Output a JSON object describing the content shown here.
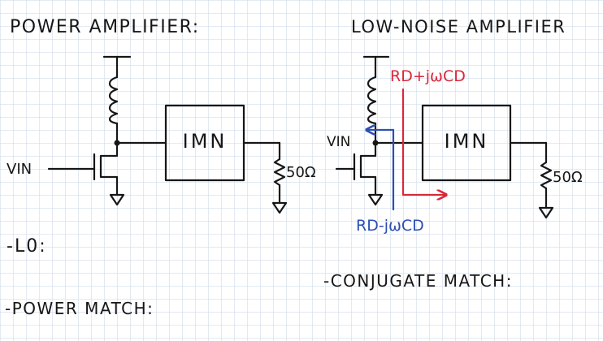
{
  "headings": {
    "pa": "POWER AMPLIFIER:",
    "lna": "LOW-NOISE AMPLIFIER"
  },
  "pa": {
    "vin": "VIN",
    "imn": "IMN",
    "load": "50Ω"
  },
  "lna": {
    "vin": "VIN",
    "imn": "IMN",
    "load": "50Ω",
    "impedance_red": "RD+jωCD",
    "impedance_blue": "RD-jωCD"
  },
  "notes": {
    "lo": "-L0:",
    "power_match": "-POWER MATCH:",
    "conjugate_match": "-CONJUGATE MATCH:"
  },
  "colors": {
    "ink": "#161616",
    "red": "#d9283a",
    "blue": "#2d4fb3",
    "grid": "#c9d6e6"
  }
}
